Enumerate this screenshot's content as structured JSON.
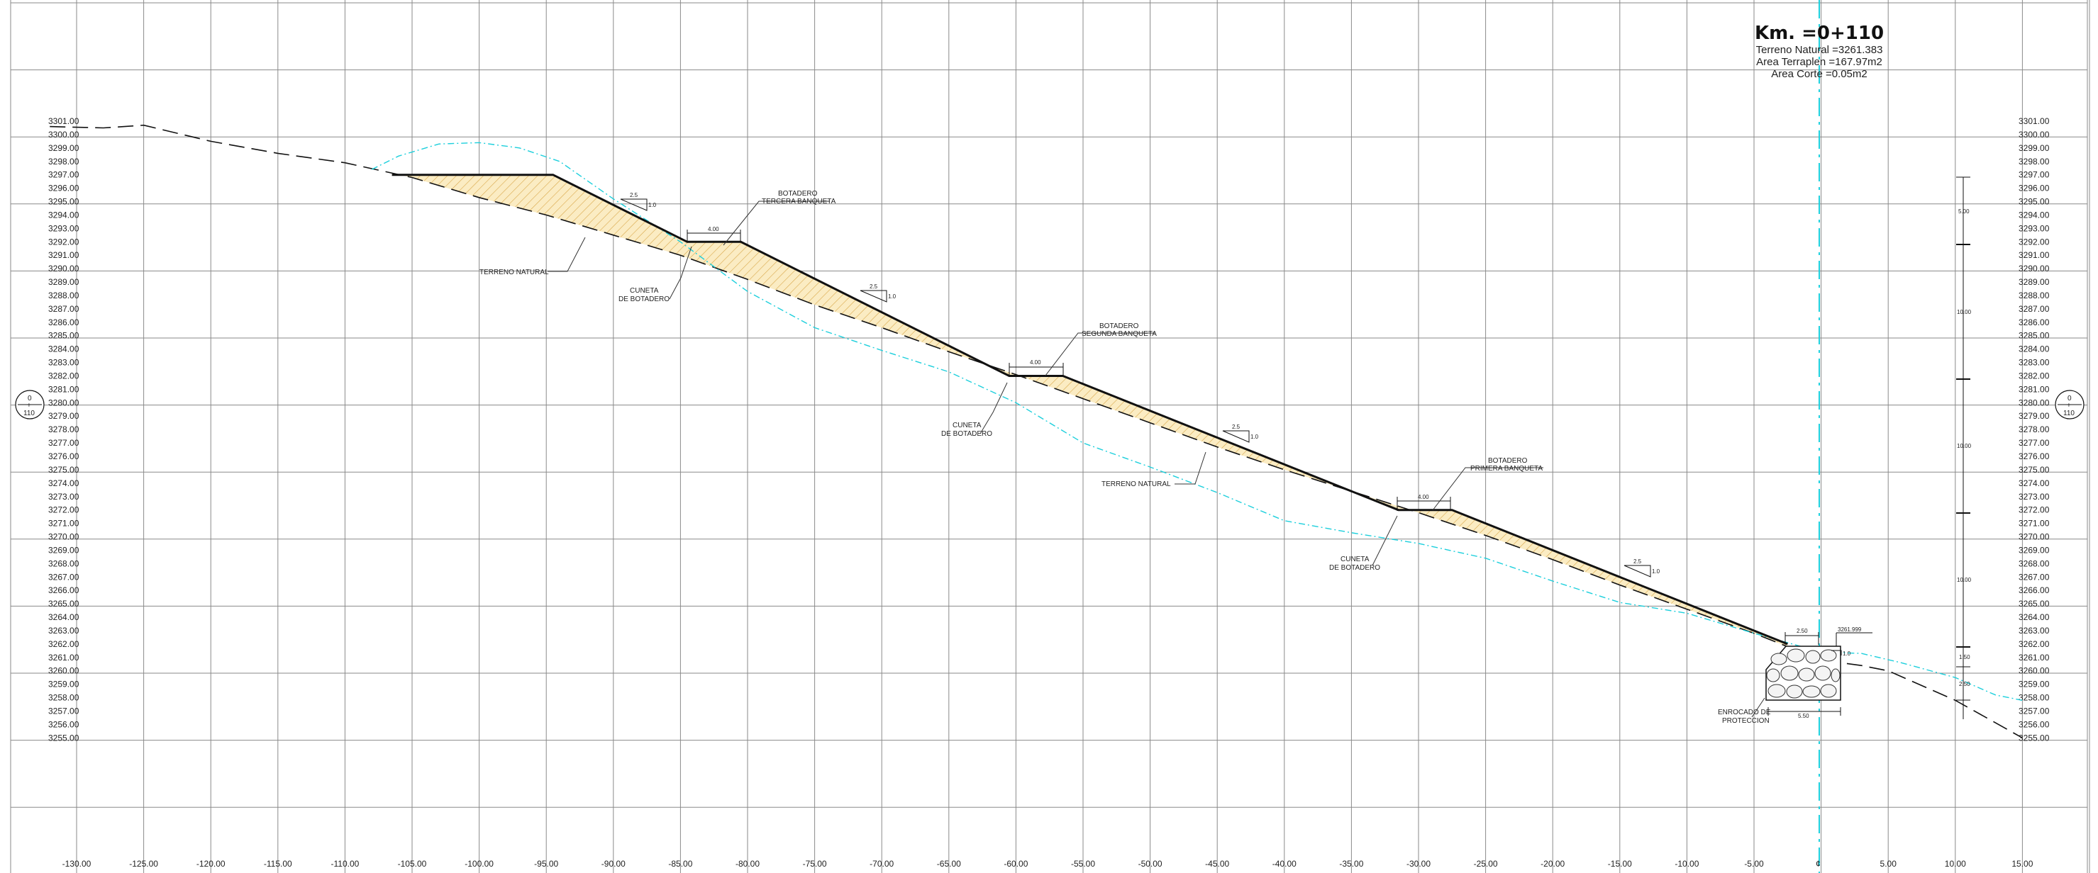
{
  "title": "Km. =0+110",
  "info": {
    "terreno_natural": "Terreno Natural =3261.383",
    "area_terraplen": "Area Terraplen =167.97m2",
    "area_corte": "Area Corte =0.05m2"
  },
  "station_marker": {
    "top": "0",
    "mid": "+",
    "bottom": "110"
  },
  "centerline_symbol": "¢",
  "axes": {
    "x_ticks": [
      "-130.00",
      "-125.00",
      "-120.00",
      "-115.00",
      "-110.00",
      "-105.00",
      "-100.00",
      "-95.00",
      "-90.00",
      "-85.00",
      "-80.00",
      "-75.00",
      "-70.00",
      "-65.00",
      "-60.00",
      "-55.00",
      "-50.00",
      "-45.00",
      "-40.00",
      "-35.00",
      "-30.00",
      "-25.00",
      "-20.00",
      "-15.00",
      "-10.00",
      "-5.00",
      "",
      "5.00",
      "10.00",
      "15.00"
    ],
    "y_ticks": [
      "3301.00",
      "3300.00",
      "3299.00",
      "3298.00",
      "3297.00",
      "3296.00",
      "3295.00",
      "3294.00",
      "3293.00",
      "3292.00",
      "3291.00",
      "3290.00",
      "3289.00",
      "3288.00",
      "3287.00",
      "3286.00",
      "3285.00",
      "3284.00",
      "3283.00",
      "3282.00",
      "3281.00",
      "3280.00",
      "3279.00",
      "3278.00",
      "3277.00",
      "3276.00",
      "3275.00",
      "3274.00",
      "3273.00",
      "3272.00",
      "3271.00",
      "3270.00",
      "3269.00",
      "3268.00",
      "3267.00",
      "3266.00",
      "3265.00",
      "3264.00",
      "3263.00",
      "3262.00",
      "3261.00",
      "3260.00",
      "3259.00",
      "3258.00",
      "3257.00",
      "3256.00",
      "3255.00"
    ]
  },
  "labels": {
    "tercera": [
      "BOTADERO",
      "TERCERA BANQUETA"
    ],
    "segunda": [
      "BOTADERO",
      "SEGUNDA BANQUETA"
    ],
    "primera": [
      "BOTADERO",
      "PRIMERA BANQUETA"
    ],
    "cuneta": [
      "CUNETA",
      "DE BOTADERO"
    ],
    "terreno": "TERRENO NATURAL",
    "enrocado": [
      "ENROCADO DE",
      "PROTECCION"
    ],
    "bench_width": "4.00",
    "slope_h": "2.5",
    "slope_v": "1.0",
    "toe_width": "2.50",
    "toe_elev": "3261.999",
    "base_width": "5.50",
    "slope_toe": "1.0"
  },
  "dimension_bar": [
    "5.00",
    "10.00",
    "10.00",
    "10.00",
    "1.50",
    "2.50"
  ],
  "colors": {
    "fill": "#fbecc3",
    "hatch": "#d9a84a",
    "cyan": "#1ccfdc",
    "grid": "#8a8a8a",
    "ink": "#111111"
  },
  "chart_data": {
    "type": "line",
    "xlim": [
      -130,
      15
    ],
    "ylim": [
      3255,
      3301
    ],
    "series": [
      {
        "values": [
          [
            -132,
            3300.6
          ],
          [
            -128,
            3300.5
          ],
          [
            -125,
            3300.7
          ],
          [
            -120,
            3299.5
          ],
          [
            -115,
            3298.6
          ],
          [
            -110,
            3297.9
          ],
          [
            -105,
            3296.8
          ],
          [
            -100,
            3295.3
          ],
          [
            -95,
            3294.0
          ],
          [
            -90,
            3292.5
          ],
          [
            -85,
            3291.0
          ],
          [
            -80,
            3289.2
          ],
          [
            -75,
            3287.3
          ],
          [
            -70,
            3285.6
          ],
          [
            -65,
            3283.8
          ],
          [
            -60,
            3282.1
          ],
          [
            -55,
            3280.3
          ],
          [
            -50,
            3278.5
          ],
          [
            -45,
            3276.7
          ],
          [
            -40,
            3275.0
          ],
          [
            -35,
            3273.4
          ],
          [
            -30,
            3271.8
          ],
          [
            -25,
            3270.1
          ],
          [
            -20,
            3268.3
          ],
          [
            -15,
            3266.4
          ],
          [
            -10,
            3264.6
          ],
          [
            -5,
            3262.8
          ],
          [
            -2,
            3261.6
          ],
          [
            0,
            3260.8
          ],
          [
            3,
            3260.4
          ],
          [
            5,
            3260.0
          ],
          [
            10,
            3257.8
          ],
          [
            15,
            3255.0
          ]
        ]
      },
      {
        "values": [
          [
            -108,
            3297.4
          ],
          [
            -106,
            3298.4
          ],
          [
            -103,
            3299.3
          ],
          [
            -100,
            3299.4
          ],
          [
            -97,
            3299.0
          ],
          [
            -94,
            3298.0
          ],
          [
            -90,
            3295.2
          ],
          [
            -85,
            3292.0
          ],
          [
            -80,
            3288.3
          ],
          [
            -75,
            3285.6
          ],
          [
            -70,
            3283.9
          ],
          [
            -65,
            3282.3
          ],
          [
            -60,
            3280.0
          ],
          [
            -55,
            3277.0
          ],
          [
            -50,
            3275.2
          ],
          [
            -45,
            3273.3
          ],
          [
            -40,
            3271.2
          ],
          [
            -35,
            3270.3
          ],
          [
            -30,
            3269.5
          ],
          [
            -25,
            3268.4
          ],
          [
            -20,
            3266.7
          ],
          [
            -15,
            3265.1
          ],
          [
            -10,
            3264.3
          ],
          [
            -5,
            3262.8
          ],
          [
            0,
            3261.4
          ],
          [
            3,
            3261.3
          ],
          [
            6,
            3260.6
          ],
          [
            10,
            3259.5
          ],
          [
            13,
            3258.2
          ],
          [
            15,
            3257.8
          ]
        ]
      },
      {
        "values": [
          [
            -106.5,
            3297.0
          ],
          [
            -94.5,
            3297.0
          ],
          [
            -84.5,
            3292.0
          ],
          [
            -80.5,
            3292.0
          ],
          [
            -60.5,
            3282.0
          ],
          [
            -56.5,
            3282.0
          ],
          [
            -31.5,
            3272.0
          ],
          [
            -27.5,
            3272.0
          ],
          [
            -2.5,
            3262.0
          ],
          [
            0,
            3262.0
          ]
        ]
      }
    ]
  }
}
